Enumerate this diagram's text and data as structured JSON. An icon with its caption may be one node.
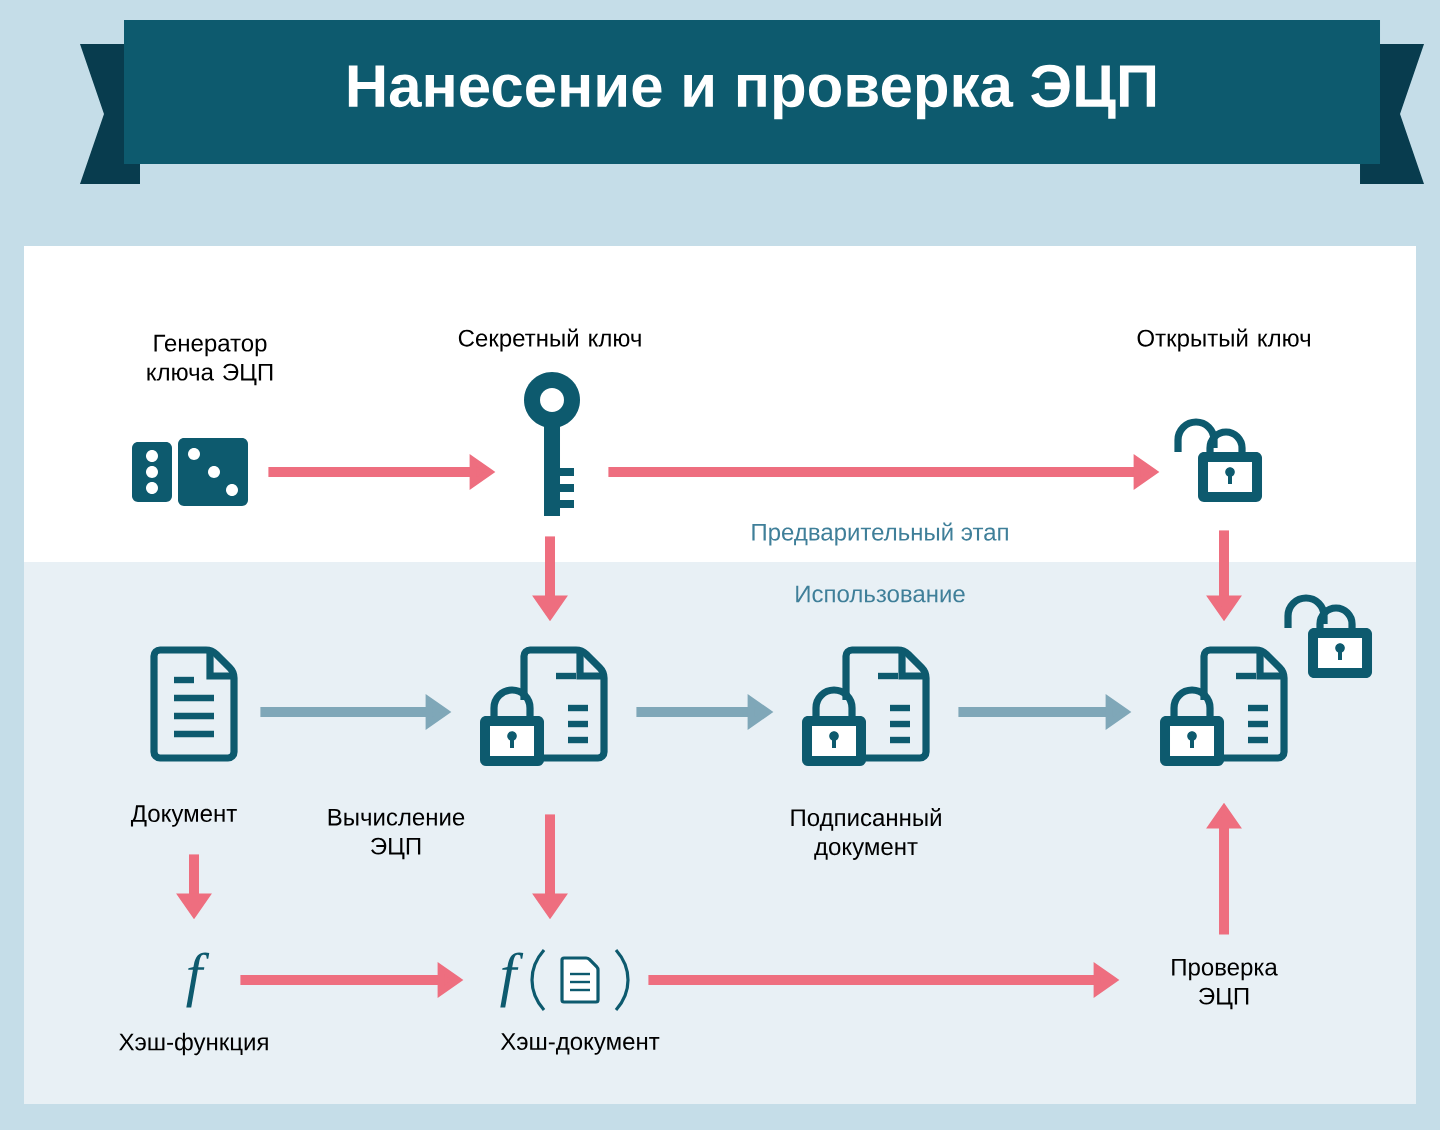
{
  "diagram": {
    "title": "Нанесение и проверка ЭЦП",
    "nodes": [
      {
        "text": [
          "Генератор ключа ЭЦП"
        ]
      },
      {
        "text": [
          "Секретный ключ"
        ]
      },
      {
        "text": [
          "Открытый ключ"
        ]
      },
      {
        "text": [
          "Документ"
        ]
      },
      {
        "text": [
          "Вычисление ЭЦП"
        ]
      },
      {
        "text": [
          "Подписанный документ"
        ]
      },
      {
        "text": [],
        "shape": "picture"
      },
      {
        "text": [
          "f",
          "Хэш-функция"
        ]
      },
      {
        "text": [
          "f",
          "Хэш-документ"
        ]
      },
      {
        "text": [
          "Проверка ЭЦП"
        ]
      }
    ],
    "edges": [
      {
        "from": 0,
        "to": 1,
        "arrow": "to"
      },
      {
        "from": 1,
        "to": 2,
        "arrow": "to"
      },
      {
        "from": 1,
        "to": 4,
        "arrow": "to"
      },
      {
        "from": 2,
        "to": 6,
        "arrow": "to"
      },
      {
        "from": 3,
        "to": 4,
        "arrow": "to",
        "color": "#7fa7b8"
      },
      {
        "from": 4,
        "to": 5,
        "arrow": "to",
        "color": "#7fa7b8"
      },
      {
        "from": 5,
        "to": 6,
        "arrow": "to",
        "color": "#7fa7b8"
      },
      {
        "from": 3,
        "to": 7,
        "arrow": "to"
      },
      {
        "from": 7,
        "to": 8,
        "arrow": "to"
      },
      {
        "from": 4,
        "to": 8,
        "arrow": "to"
      },
      {
        "from": 8,
        "to": 9,
        "arrow": "to"
      },
      {
        "from": 9,
        "to": 6,
        "arrow": "to"
      }
    ],
    "labels": [
      "Предварительный этап",
      "Использование"
    ]
  }
}
